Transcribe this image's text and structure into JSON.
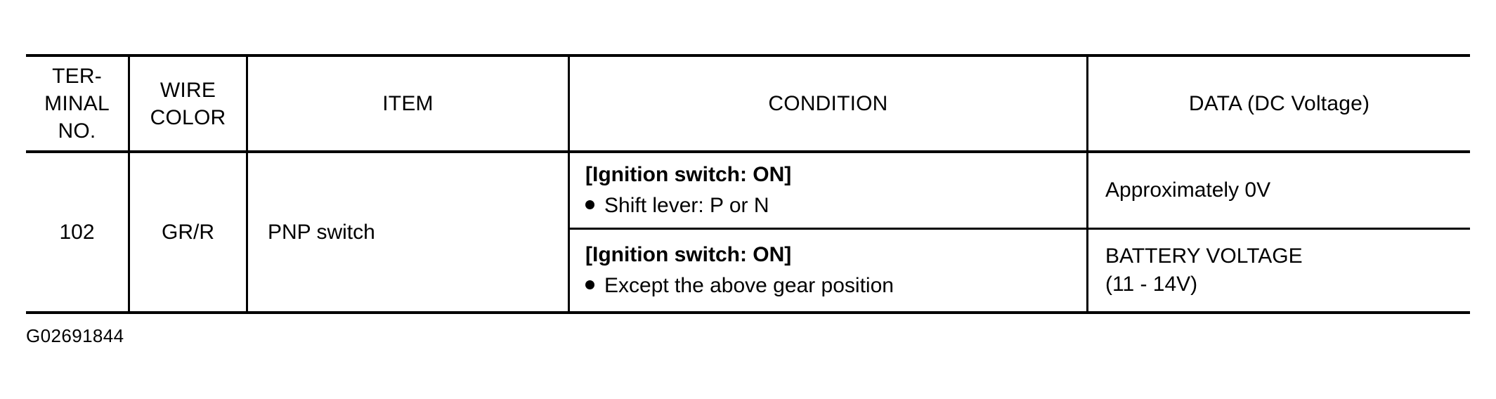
{
  "table": {
    "headers": [
      {
        "id": "terminal-no",
        "label": "TER-\nMINAL\nNO."
      },
      {
        "id": "wire-color",
        "label": "WIRE\nCOLOR"
      },
      {
        "id": "item",
        "label": "ITEM"
      },
      {
        "id": "condition",
        "label": "CONDITION"
      },
      {
        "id": "data",
        "label": "DATA (DC Voltage)"
      }
    ],
    "header_labels": {
      "terminal_no": "TER-\nMINAL\nNO.",
      "wire_color": "WIRE\nCOLOR",
      "item": "ITEM",
      "condition": "CONDITION",
      "data": "DATA (DC Voltage)"
    },
    "rows": [
      {
        "terminal_no": "102",
        "wire_color": "GR/R",
        "item": "PNP switch",
        "subrows": [
          {
            "condition_heading": "[Ignition switch: ON]",
            "condition_bullet": "Shift lever: P or N",
            "bullet_glyph": "bullet-dot",
            "data_line1": "Approximately 0V",
            "data_line2": ""
          },
          {
            "condition_heading": "[Ignition switch: ON]",
            "condition_bullet": "Except the above gear position",
            "bullet_glyph": "bullet-dot",
            "data_line1": "BATTERY VOLTAGE",
            "data_line2": "(11 - 14V)"
          }
        ]
      }
    ]
  },
  "caption": {
    "figure_id": "G02691844"
  },
  "colors": {
    "ink": "#000000",
    "paper": "#ffffff"
  }
}
